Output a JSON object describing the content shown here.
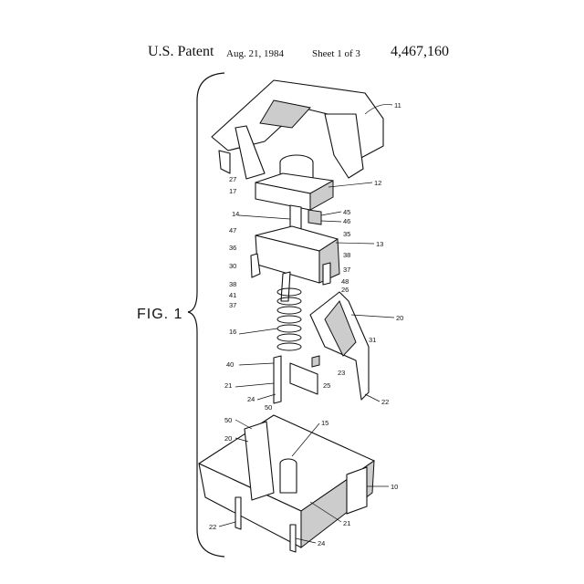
{
  "header": {
    "title": "U.S. Patent",
    "date": "Aug. 21, 1984",
    "sheet": "Sheet 1 of 3",
    "patent_number": "4,467,160"
  },
  "figure": {
    "label": "FIG. 1",
    "reference_numerals": [
      "11",
      "27",
      "17",
      "12",
      "14",
      "45",
      "46",
      "47",
      "35",
      "13",
      "36",
      "38",
      "30",
      "37",
      "48",
      "26",
      "38",
      "41",
      "37",
      "20",
      "16",
      "31",
      "40",
      "23",
      "25",
      "21",
      "24",
      "22",
      "50",
      "50",
      "15",
      "20",
      "10",
      "21",
      "22",
      "24"
    ]
  }
}
